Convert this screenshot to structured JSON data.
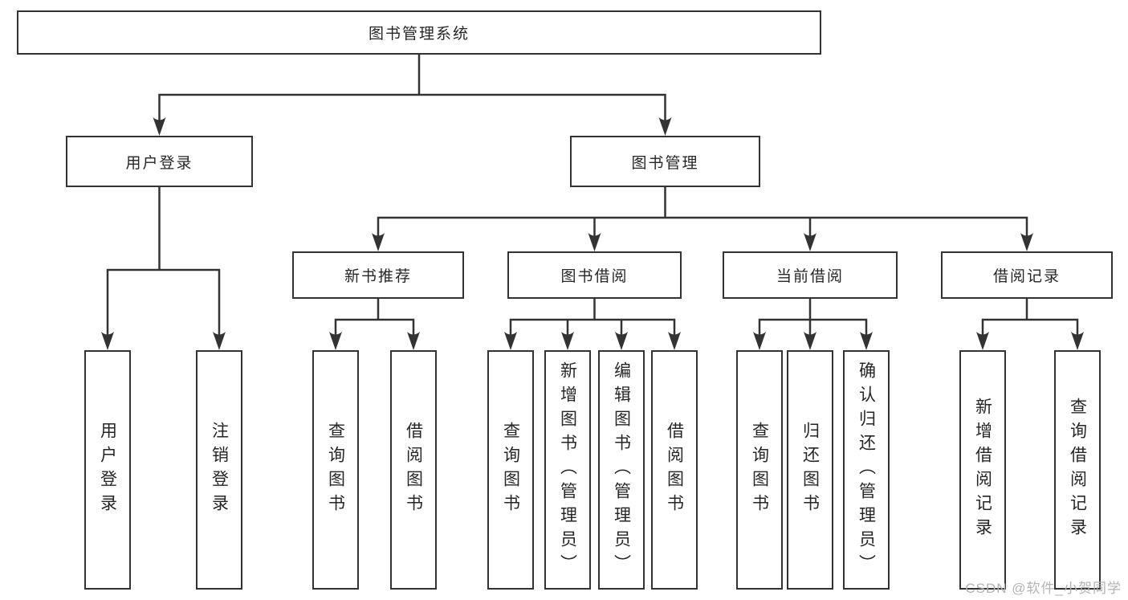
{
  "diagram_title": "图书管理系统",
  "watermark": "CSDN @软件_小贺同学",
  "colors": {
    "line": "#333333",
    "node_border": "#333333",
    "node_background": "#ffffff",
    "text": "#262626",
    "watermark": "#b3b3b3",
    "page_background": "#ffffff"
  },
  "tree": {
    "label": "图书管理系统",
    "children": [
      {
        "label": "用户登录",
        "children": [
          {
            "label": "用户登录"
          },
          {
            "label": "注销登录"
          }
        ]
      },
      {
        "label": "图书管理",
        "children": [
          {
            "label": "新书推荐",
            "children": [
              {
                "label": "查询图书"
              },
              {
                "label": "借阅图书"
              }
            ]
          },
          {
            "label": "图书借阅",
            "children": [
              {
                "label": "查询图书"
              },
              {
                "label": "新增图书（管理员）"
              },
              {
                "label": "编辑图书（管理员）"
              },
              {
                "label": "借阅图书"
              }
            ]
          },
          {
            "label": "当前借阅",
            "children": [
              {
                "label": "查询图书"
              },
              {
                "label": "归还图书"
              },
              {
                "label": "确认归还（管理员）"
              }
            ]
          },
          {
            "label": "借阅记录",
            "children": [
              {
                "label": "新增借阅记录"
              },
              {
                "label": "查询借阅记录"
              }
            ]
          }
        ]
      }
    ]
  }
}
